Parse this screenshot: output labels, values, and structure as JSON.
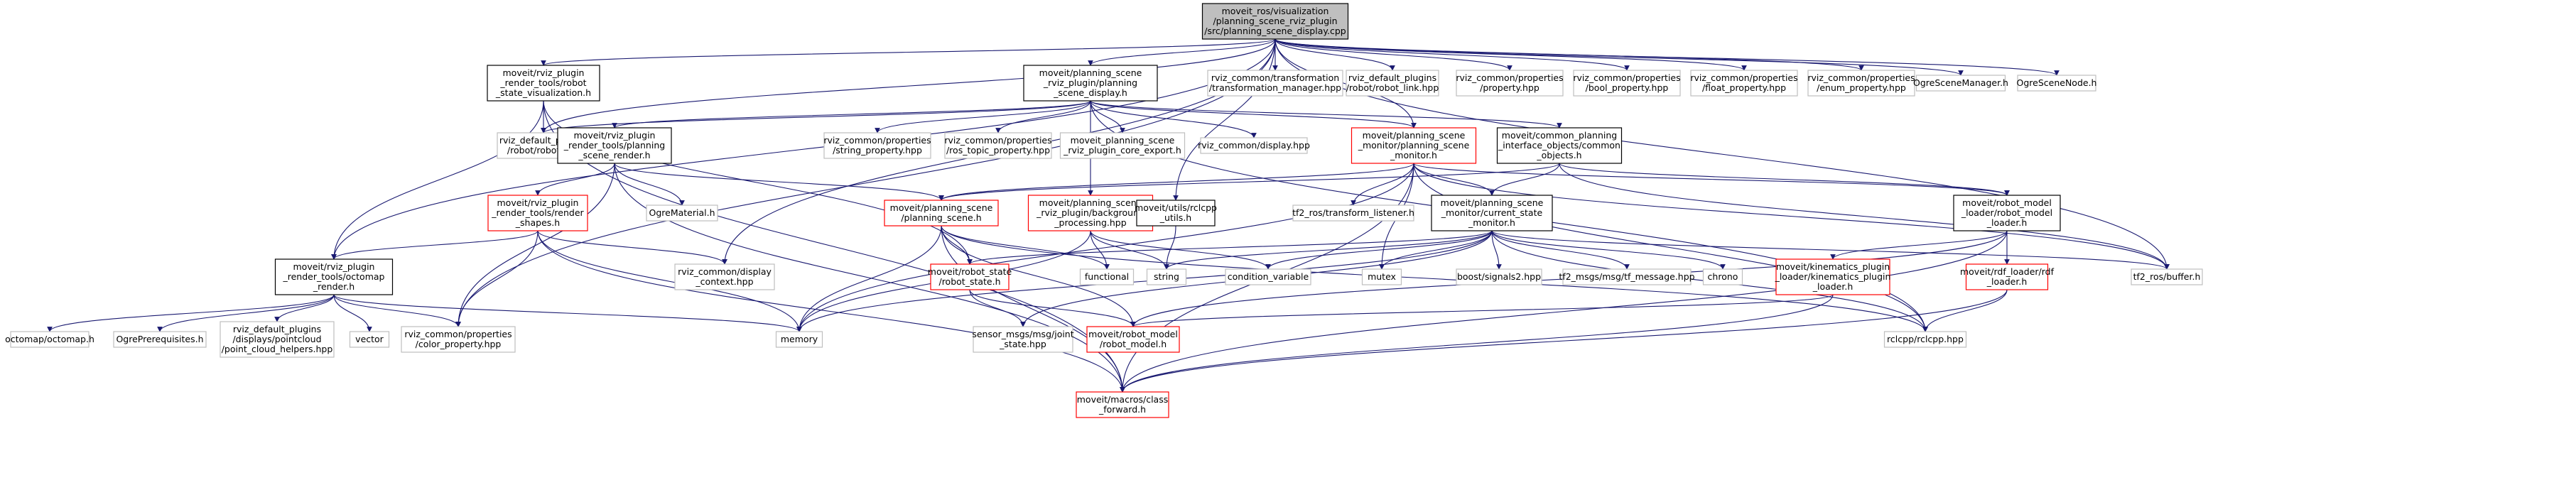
{
  "colors": {
    "edge": "#191970",
    "box_default": "#bfbfbf",
    "box_black": "#000000",
    "box_red": "#ff0000",
    "root_fill": "#bfbfbf",
    "text": "#000000"
  },
  "nodes": [
    {
      "id": "root",
      "lines": [
        "moveit_ros/visualization",
        "/planning_scene_rviz_plugin",
        "/src/planning_scene_display.cpp"
      ],
      "style": "root"
    },
    {
      "id": "robot_state_vis",
      "lines": [
        "moveit/rviz_plugin",
        "_render_tools/robot",
        "_state_visualization.h"
      ],
      "style": "black"
    },
    {
      "id": "psd_h",
      "lines": [
        "moveit/planning_scene",
        "_rviz_plugin/planning",
        "_scene_display.h"
      ],
      "style": "black"
    },
    {
      "id": "tf_mgr",
      "lines": [
        "rviz_common/transformation",
        "/transformation_manager.hpp"
      ],
      "style": "default"
    },
    {
      "id": "robot_link",
      "lines": [
        "rviz_default_plugins",
        "/robot/robot_link.hpp"
      ],
      "style": "default"
    },
    {
      "id": "property",
      "lines": [
        "rviz_common/properties",
        "/property.hpp"
      ],
      "style": "default"
    },
    {
      "id": "bool_prop",
      "lines": [
        "rviz_common/properties",
        "/bool_property.hpp"
      ],
      "style": "default"
    },
    {
      "id": "float_prop",
      "lines": [
        "rviz_common/properties",
        "/float_property.hpp"
      ],
      "style": "default"
    },
    {
      "id": "enum_prop",
      "lines": [
        "rviz_common/properties",
        "/enum_property.hpp"
      ],
      "style": "default"
    },
    {
      "id": "ogre_mgr",
      "lines": [
        "OgreSceneManager.h"
      ],
      "style": "default"
    },
    {
      "id": "ogre_node",
      "lines": [
        "OgreSceneNode.h"
      ],
      "style": "default"
    },
    {
      "id": "robot_hpp",
      "lines": [
        "rviz_default_plugins",
        "/robot/robot.hpp"
      ],
      "style": "default"
    },
    {
      "id": "ps_render",
      "lines": [
        "moveit/rviz_plugin",
        "_render_tools/planning",
        "_scene_render.h"
      ],
      "style": "black"
    },
    {
      "id": "string_prop",
      "lines": [
        "rviz_common/properties",
        "/string_property.hpp"
      ],
      "style": "default"
    },
    {
      "id": "ros_topic_prop",
      "lines": [
        "rviz_common/properties",
        "/ros_topic_property.hpp"
      ],
      "style": "default"
    },
    {
      "id": "core_export",
      "lines": [
        "moveit_planning_scene",
        "_rviz_plugin_core_export.h"
      ],
      "style": "default"
    },
    {
      "id": "display_hpp",
      "lines": [
        "rviz_common/display.hpp"
      ],
      "style": "default"
    },
    {
      "id": "psm",
      "lines": [
        "moveit/planning_scene",
        "_monitor/planning_scene",
        "_monitor.h"
      ],
      "style": "red"
    },
    {
      "id": "common_pio",
      "lines": [
        "moveit/common_planning",
        "_interface_objects/common",
        "_objects.h"
      ],
      "style": "black"
    },
    {
      "id": "render_shapes",
      "lines": [
        "moveit/rviz_plugin",
        "_render_tools/render",
        "_shapes.h"
      ],
      "style": "red"
    },
    {
      "id": "ogre_material",
      "lines": [
        "OgreMaterial.h"
      ],
      "style": "default"
    },
    {
      "id": "planning_scene_h",
      "lines": [
        "moveit/planning_scene",
        "/planning_scene.h"
      ],
      "style": "red"
    },
    {
      "id": "bg_processing",
      "lines": [
        "moveit/planning_scene",
        "_rviz_plugin/background",
        "_processing.hpp"
      ],
      "style": "red"
    },
    {
      "id": "rclcpp_utils",
      "lines": [
        "moveit/utils/rclcpp",
        "_utils.h"
      ],
      "style": "black"
    },
    {
      "id": "tf_listener",
      "lines": [
        "tf2_ros/transform_listener.h"
      ],
      "style": "default"
    },
    {
      "id": "csm",
      "lines": [
        "moveit/planning_scene",
        "_monitor/current_state",
        "_monitor.h"
      ],
      "style": "black"
    },
    {
      "id": "rml",
      "lines": [
        "moveit/robot_model",
        "_loader/robot_model",
        "_loader.h"
      ],
      "style": "black"
    },
    {
      "id": "octomap_render",
      "lines": [
        "moveit/rviz_plugin",
        "_render_tools/octomap",
        "_render.h"
      ],
      "style": "black"
    },
    {
      "id": "display_context",
      "lines": [
        "rviz_common/display",
        "_context.hpp"
      ],
      "style": "default"
    },
    {
      "id": "robot_state_h",
      "lines": [
        "moveit/robot_state",
        "/robot_state.h"
      ],
      "style": "red"
    },
    {
      "id": "functional",
      "lines": [
        "functional"
      ],
      "style": "default"
    },
    {
      "id": "string_h",
      "lines": [
        "string"
      ],
      "style": "default"
    },
    {
      "id": "cond_var",
      "lines": [
        "condition_variable"
      ],
      "style": "default"
    },
    {
      "id": "mutex",
      "lines": [
        "mutex"
      ],
      "style": "default"
    },
    {
      "id": "boost_signals",
      "lines": [
        "boost/signals2.hpp"
      ],
      "style": "default"
    },
    {
      "id": "tf_message",
      "lines": [
        "tf2_msgs/msg/tf_message.hpp"
      ],
      "style": "default"
    },
    {
      "id": "chrono",
      "lines": [
        "chrono"
      ],
      "style": "default"
    },
    {
      "id": "kin_loader",
      "lines": [
        "moveit/kinematics_plugin",
        "_loader/kinematics_plugin",
        "_loader.h"
      ],
      "style": "red"
    },
    {
      "id": "rdf_loader",
      "lines": [
        "moveit/rdf_loader/rdf",
        "_loader.h"
      ],
      "style": "red"
    },
    {
      "id": "tf_buffer",
      "lines": [
        "tf2_ros/buffer.h"
      ],
      "style": "default"
    },
    {
      "id": "octomap",
      "lines": [
        "octomap/octomap.h"
      ],
      "style": "default"
    },
    {
      "id": "ogre_prereq",
      "lines": [
        "OgrePrerequisites.h"
      ],
      "style": "default"
    },
    {
      "id": "pc_helpers",
      "lines": [
        "rviz_default_plugins",
        "/displays/pointcloud",
        "/point_cloud_helpers.hpp"
      ],
      "style": "default"
    },
    {
      "id": "vector",
      "lines": [
        "vector"
      ],
      "style": "default"
    },
    {
      "id": "color_prop",
      "lines": [
        "rviz_common/properties",
        "/color_property.hpp"
      ],
      "style": "default"
    },
    {
      "id": "memory",
      "lines": [
        "memory"
      ],
      "style": "default"
    },
    {
      "id": "sensor_msgs",
      "lines": [
        "sensor_msgs/msg/joint",
        "_state.hpp"
      ],
      "style": "default"
    },
    {
      "id": "robot_model_h",
      "lines": [
        "moveit/robot_model",
        "/robot_model.h"
      ],
      "style": "red"
    },
    {
      "id": "rclcpp",
      "lines": [
        "rclcpp/rclcpp.hpp"
      ],
      "style": "default"
    },
    {
      "id": "class_forward",
      "lines": [
        "moveit/macros/class",
        "_forward.h"
      ],
      "style": "red"
    }
  ],
  "edges": [
    [
      "root",
      "robot_state_vis"
    ],
    [
      "root",
      "psd_h"
    ],
    [
      "root",
      "tf_mgr"
    ],
    [
      "root",
      "robot_link"
    ],
    [
      "root",
      "property"
    ],
    [
      "root",
      "bool_prop"
    ],
    [
      "root",
      "float_prop"
    ],
    [
      "root",
      "enum_prop"
    ],
    [
      "root",
      "ogre_mgr"
    ],
    [
      "root",
      "ogre_node"
    ],
    [
      "root",
      "robot_hpp"
    ],
    [
      "root",
      "octomap_render"
    ],
    [
      "root",
      "color_prop"
    ],
    [
      "root",
      "display_context"
    ],
    [
      "root",
      "psm"
    ],
    [
      "root",
      "rclcpp_utils"
    ],
    [
      "root",
      "tf_buffer"
    ],
    [
      "robot_state_vis",
      "robot_hpp"
    ],
    [
      "robot_state_vis",
      "octomap_render"
    ],
    [
      "robot_state_vis",
      "robot_state_h"
    ],
    [
      "robot_state_vis",
      "class_forward"
    ],
    [
      "psd_h",
      "robot_hpp"
    ],
    [
      "psd_h",
      "ps_render"
    ],
    [
      "psd_h",
      "string_prop"
    ],
    [
      "psd_h",
      "ros_topic_prop"
    ],
    [
      "psd_h",
      "core_export"
    ],
    [
      "psd_h",
      "display_hpp"
    ],
    [
      "psd_h",
      "psm"
    ],
    [
      "psd_h",
      "common_pio"
    ],
    [
      "psd_h",
      "bg_processing"
    ],
    [
      "psd_h",
      "rclcpp"
    ],
    [
      "ps_render",
      "render_shapes"
    ],
    [
      "ps_render",
      "ogre_material"
    ],
    [
      "ps_render",
      "planning_scene_h"
    ],
    [
      "ps_render",
      "color_prop"
    ],
    [
      "ps_render",
      "class_forward"
    ],
    [
      "render_shapes",
      "octomap_render"
    ],
    [
      "render_shapes",
      "display_context"
    ],
    [
      "render_shapes",
      "color_prop"
    ],
    [
      "render_shapes",
      "memory"
    ],
    [
      "render_shapes",
      "class_forward"
    ],
    [
      "psm",
      "planning_scene_h"
    ],
    [
      "psm",
      "tf_listener"
    ],
    [
      "psm",
      "csm"
    ],
    [
      "psm",
      "rml"
    ],
    [
      "psm",
      "memory"
    ],
    [
      "psm",
      "mutex"
    ],
    [
      "psm",
      "rclcpp"
    ],
    [
      "psm",
      "tf_buffer"
    ],
    [
      "psm",
      "class_forward"
    ],
    [
      "common_pio",
      "planning_scene_h"
    ],
    [
      "common_pio",
      "csm"
    ],
    [
      "common_pio",
      "rml"
    ],
    [
      "common_pio",
      "tf_buffer"
    ],
    [
      "planning_scene_h",
      "robot_state_h"
    ],
    [
      "planning_scene_h",
      "functional"
    ],
    [
      "planning_scene_h",
      "memory"
    ],
    [
      "planning_scene_h",
      "robot_model_h"
    ],
    [
      "planning_scene_h",
      "class_forward"
    ],
    [
      "planning_scene_h",
      "rclcpp"
    ],
    [
      "bg_processing",
      "functional"
    ],
    [
      "bg_processing",
      "string_h"
    ],
    [
      "bg_processing",
      "cond_var"
    ],
    [
      "bg_processing",
      "memory"
    ],
    [
      "rclcpp_utils",
      "string_h"
    ],
    [
      "csm",
      "robot_state_h"
    ],
    [
      "csm",
      "string_h"
    ],
    [
      "csm",
      "cond_var"
    ],
    [
      "csm",
      "mutex"
    ],
    [
      "csm",
      "boost_signals"
    ],
    [
      "csm",
      "tf_message"
    ],
    [
      "csm",
      "chrono"
    ],
    [
      "csm",
      "memory"
    ],
    [
      "csm",
      "sensor_msgs"
    ],
    [
      "csm",
      "rclcpp"
    ],
    [
      "csm",
      "tf_buffer"
    ],
    [
      "rml",
      "kin_loader"
    ],
    [
      "rml",
      "rdf_loader"
    ],
    [
      "rml",
      "robot_model_h"
    ],
    [
      "rml",
      "class_forward"
    ],
    [
      "kin_loader",
      "robot_model_h"
    ],
    [
      "kin_loader",
      "class_forward"
    ],
    [
      "rdf_loader",
      "rclcpp"
    ],
    [
      "rdf_loader",
      "class_forward"
    ],
    [
      "octomap_render",
      "octomap"
    ],
    [
      "octomap_render",
      "ogre_prereq"
    ],
    [
      "octomap_render",
      "pc_helpers"
    ],
    [
      "octomap_render",
      "vector"
    ],
    [
      "octomap_render",
      "color_prop"
    ],
    [
      "octomap_render",
      "memory"
    ],
    [
      "robot_state_h",
      "sensor_msgs"
    ],
    [
      "robot_state_h",
      "robot_model_h"
    ]
  ]
}
